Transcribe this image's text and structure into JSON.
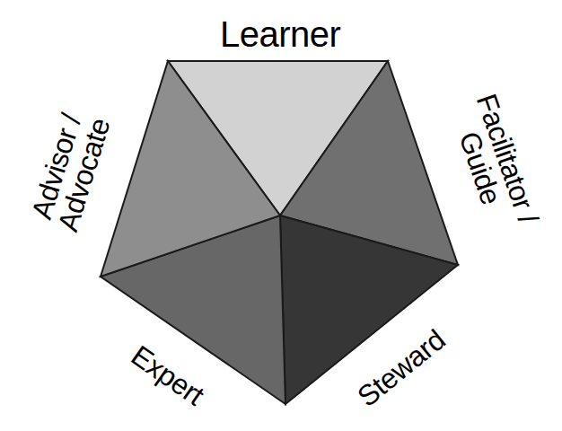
{
  "diagram": {
    "labels": [
      "Learner",
      "Facilitator / Guide",
      "Steward",
      "Expert",
      "Advisor / Advocate"
    ]
  }
}
